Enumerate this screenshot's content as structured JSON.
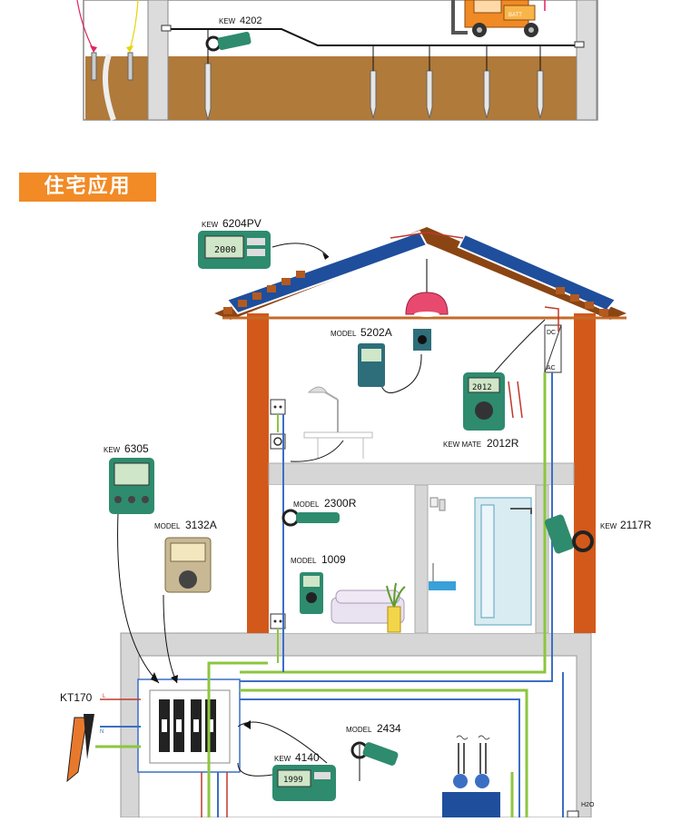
{
  "section_title": "住宅应用",
  "top_scene": {
    "clamp_label": {
      "prefix": "KEW",
      "model": "4202"
    },
    "battery_label": "BATT"
  },
  "devices": [
    {
      "id": "kew6204pv",
      "prefix": "KEW",
      "model": "6204PV"
    },
    {
      "id": "model5202a",
      "prefix": "MODEL",
      "model": "5202A"
    },
    {
      "id": "kewmate2012r",
      "prefix": "KEW MATE",
      "model": "2012R"
    },
    {
      "id": "kew6305",
      "prefix": "KEW",
      "model": "6305"
    },
    {
      "id": "model3132a",
      "prefix": "MODEL",
      "model": "3132A"
    },
    {
      "id": "model2300r",
      "prefix": "MODEL",
      "model": "2300R"
    },
    {
      "id": "model1009",
      "prefix": "MODEL",
      "model": "1009"
    },
    {
      "id": "kew2117r",
      "prefix": "KEW",
      "model": "2117R"
    },
    {
      "id": "kt170",
      "prefix": "",
      "model": "KT170"
    },
    {
      "id": "model2434",
      "prefix": "MODEL",
      "model": "2434"
    },
    {
      "id": "kew4140",
      "prefix": "KEW",
      "model": "4140"
    }
  ],
  "screens": {
    "pv_display": "2000",
    "mate_display": "2012",
    "kew4140_display": "1999"
  },
  "wire_labels": {
    "L": "L",
    "N": "N"
  },
  "inverter": {
    "dc": "DC",
    "ac": "AC"
  },
  "water": "H2O",
  "colors": {
    "banner": "#f28a26",
    "wall": "#d2591a",
    "soil": "#b07a3a",
    "wire_green": "#8cc63f",
    "wire_blue": "#3b6fc4",
    "wire_red": "#c0392b",
    "roof_tile": "#8b4513",
    "solar": "#1f4e9c"
  }
}
